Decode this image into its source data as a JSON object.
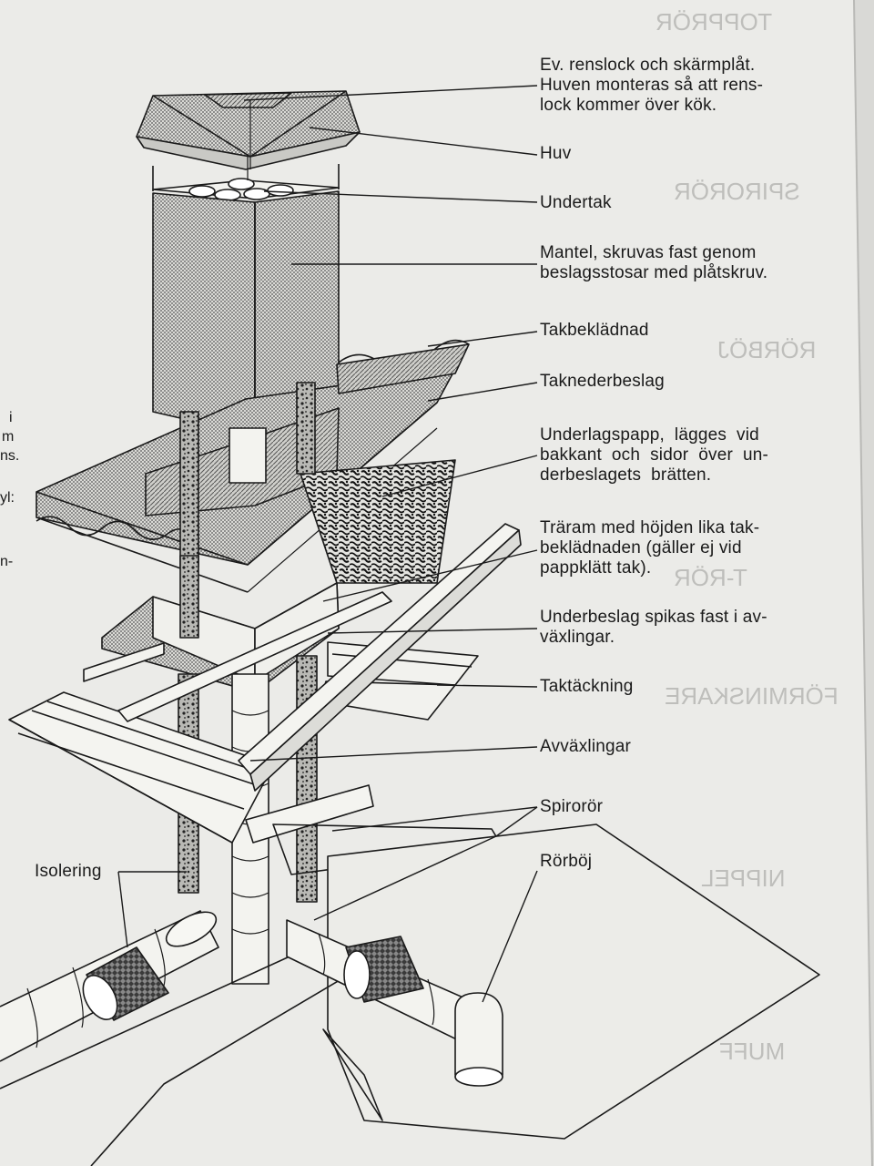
{
  "labels": {
    "rensl": "Ev. renslock och skärmplåt.\nHuven monteras så att rens-\nlock kommer över kök.",
    "huv": "Huv",
    "undertak": "Undertak",
    "mantel": "Mantel, skruvas fast genom\nbeslagsstosar med plåtskruv.",
    "takbekladnad": "Takbeklädnad",
    "taknederbeslag": "Taknederbeslag",
    "underlagspapp": "Underlagspapp,  lägges  vid\nbakkant  och  sidor  över  un-\nderbeslagets  brätten.",
    "traram": "Träram med höjden lika tak-\nbeklädnaden (gäller ej vid\npappklätt tak).",
    "underbeslag": "Underbeslag spikas fast i av-\nväxlingar.",
    "taktackning": "Taktäckning",
    "avvaxlingar": "Avväxlingar",
    "spiror": "Spirorör",
    "rorboj": "Rörböj",
    "isolering": "Isolering"
  },
  "left_fragments": {
    "f1": "i",
    "f2": "m",
    "f3": "ns.",
    "f4": "yl:",
    "f5": "n-"
  },
  "ghost_text": {
    "g1": "TOPPRÖR",
    "g2": "SPIRORÖR",
    "g3": "RÖRBÖJ",
    "g4": "T-RÖR",
    "g5": "FÖRMINSKARE",
    "g6": "NIPPEL",
    "g7": "MUFF"
  },
  "colors": {
    "paper": "#ecece9",
    "ink": "#1a1a1a",
    "hatch": "#6f6f6f"
  }
}
